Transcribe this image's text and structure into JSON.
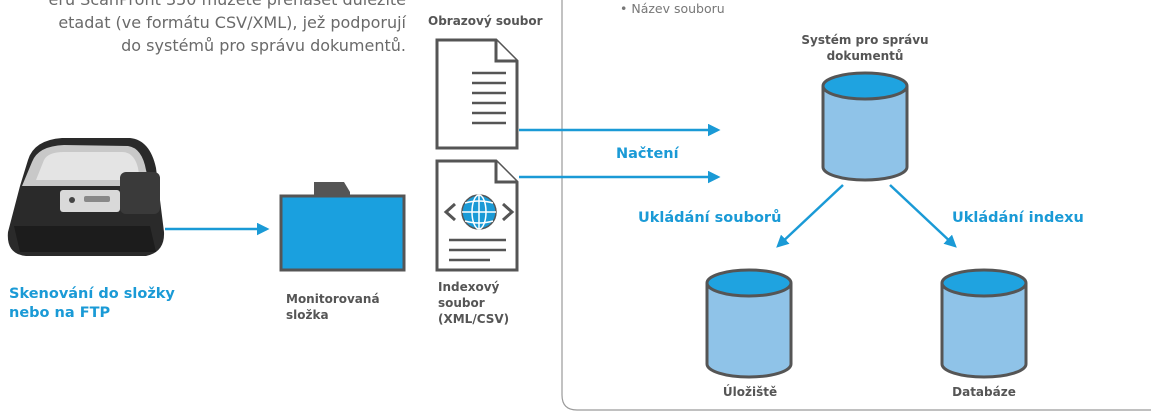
{
  "intro_lines": [
    "erů ScanPront 350 můžete přenášet důležité",
    "etadat (ve formátu CSV/XML), jež podporují",
    "do systémů pro správu dokumentů."
  ],
  "bullet_text": "• Název souboru",
  "image_file_label": "Obrazový soubor",
  "index_file_label": [
    "Indexový",
    "soubor",
    "(XML/CSV)"
  ],
  "scan_label": [
    "Skenování do složky",
    "nebo na FTP"
  ],
  "monitored_folder_label": [
    "Monitorovaná",
    "složka"
  ],
  "load_label": "Načtení",
  "dms_title": [
    "Systém pro správu",
    "dokumentů"
  ],
  "save_files_label": "Ukládání souborů",
  "save_index_label": "Ukládání indexu",
  "storage_label": "Úložiště",
  "database_label": "Databáze",
  "colors": {
    "accent": "#1a9ad6",
    "cylinder_fill": "#8fc3e8",
    "cylinder_top": "#1fa3e0",
    "folder_fill": "#1aa0df",
    "border_gray": "#9a9a9a"
  },
  "icons": [
    "scanner-icon",
    "folder-icon",
    "document-icon",
    "globe-icon",
    "database-icon"
  ]
}
